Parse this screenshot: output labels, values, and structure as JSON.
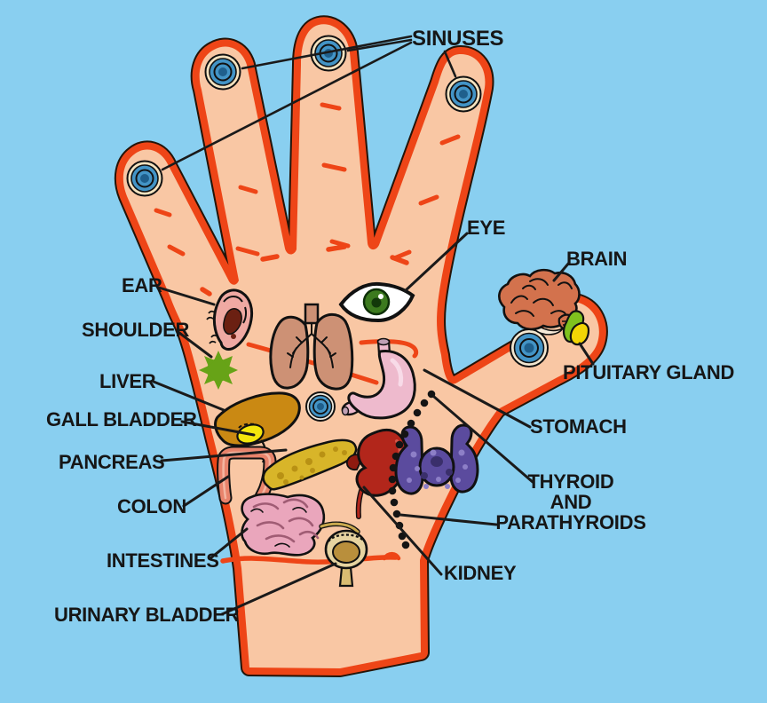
{
  "palette": {
    "background": "#89cff0",
    "skin": "#f9c7a4",
    "hand_outline": "#ee4517",
    "ink": "#1a1a1a",
    "target_blue": "#4394c6",
    "target_ring_cream": "#f4e2bf",
    "lungs": "#cd9175",
    "liver": "#ca8913",
    "gall_bladder": "#f3e60c",
    "pancreas": "#d8b529",
    "colon": "#e8836b",
    "intestines": "#eaa6bc",
    "stomach": "#eebacd",
    "kidney": "#b2261b",
    "thyroid": "#5b4b9e",
    "urinary_bladder": "#d9bc72",
    "brain": "#d3724d",
    "pituitary_green": "#7fc11e",
    "pituitary_yellow": "#f2d505",
    "eye_iris": "#3c7a1e",
    "shoulder_green": "#67a317",
    "ear": "#efa9a3"
  },
  "labels": {
    "sinuses": "SINUSES",
    "eye": "EYE",
    "brain": "BRAIN",
    "ear": "EAR",
    "shoulder": "SHOULDER",
    "pituitary_gland": "PITUITARY GLAND",
    "liver": "LIVER",
    "gall_bladder": "GALL BLADDER",
    "stomach": "STOMACH",
    "pancreas": "PANCREAS",
    "thyroid_parathyroids": [
      "THYROID",
      "AND",
      "PARATHYROIDS"
    ],
    "colon": "COLON",
    "intestines": "INTESTINES",
    "kidney": "KIDNEY",
    "urinary_bladder": "URINARY BLADDER"
  }
}
